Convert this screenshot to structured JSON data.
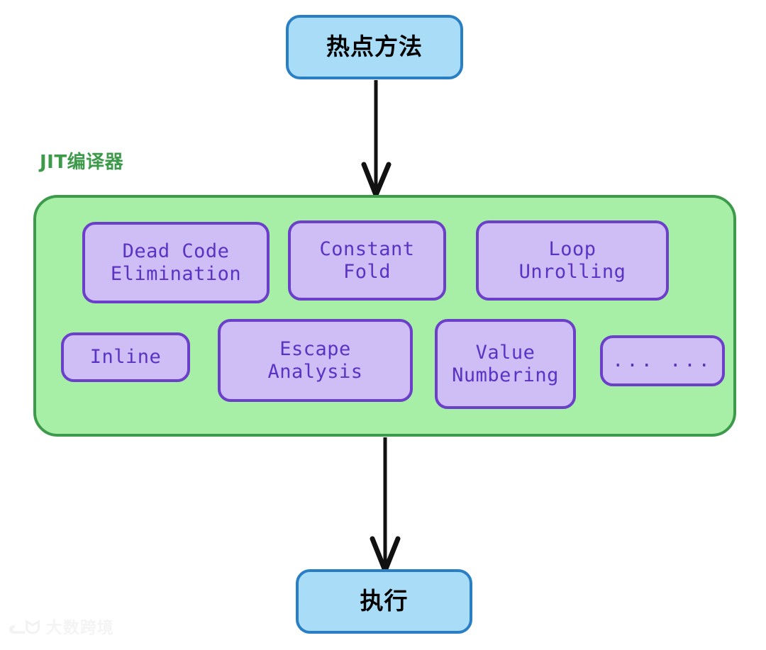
{
  "diagram": {
    "title_top": "热点方法",
    "title_bottom": "执行",
    "group_label": "JIT编译器",
    "optimizations": [
      {
        "label": "Dead Code\nElimination"
      },
      {
        "label": "Constant\nFold"
      },
      {
        "label": "Loop\nUnrolling"
      },
      {
        "label": "Inline"
      },
      {
        "label": "Escape\nAnalysis"
      },
      {
        "label": "Value\nNumbering"
      },
      {
        "label": "... ..."
      }
    ],
    "colors": {
      "blue_fill": "#a9dcf7",
      "blue_stroke": "#2a7fc4",
      "green_fill": "#a7efa7",
      "green_stroke": "#3d9a4a",
      "purple_fill": "#cfbdf5",
      "purple_stroke": "#6b3fc9",
      "purple_text": "#5b33c4",
      "arrow": "#111111",
      "node_text": "#000000"
    }
  },
  "watermark": {
    "mark": "ᓚᗢ",
    "text": "大数跨境"
  }
}
